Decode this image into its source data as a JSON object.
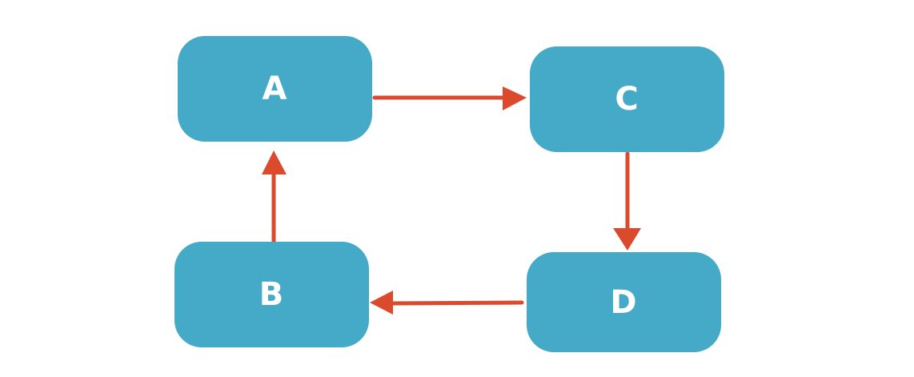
{
  "diagram": {
    "nodes": [
      {
        "id": "a",
        "label": "A"
      },
      {
        "id": "b",
        "label": "B"
      },
      {
        "id": "c",
        "label": "C"
      },
      {
        "id": "d",
        "label": "D"
      }
    ],
    "edges": [
      {
        "from": "A",
        "to": "C"
      },
      {
        "from": "C",
        "to": "D"
      },
      {
        "from": "D",
        "to": "B"
      },
      {
        "from": "B",
        "to": "A"
      }
    ],
    "colors": {
      "node_fill": "#45a9c8",
      "node_text": "#ffffff",
      "arrow": "#dc4a2e",
      "background": "#ffffff"
    }
  }
}
